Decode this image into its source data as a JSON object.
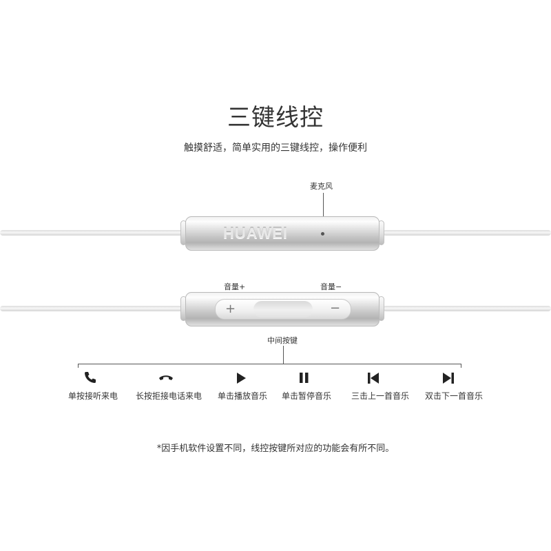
{
  "heading": {
    "title": "三键线控",
    "subtitle": "触摸舒适，简单实用的三键线控，操作便利"
  },
  "remote_top": {
    "brand": "HUAWEI",
    "mic_label": "麦克风"
  },
  "remote_bottom": {
    "vol_up_label": "音量+",
    "vol_down_label": "音量−",
    "plus_symbol": "+",
    "minus_symbol": "−",
    "center_label": "中间按键"
  },
  "functions": [
    {
      "icon": "phone-answer-icon",
      "label": "单按接听来电"
    },
    {
      "icon": "phone-hangup-icon",
      "label": "长按拒接电话来电"
    },
    {
      "icon": "play-icon",
      "label": "单击播放音乐"
    },
    {
      "icon": "pause-icon",
      "label": "单击暂停音乐"
    },
    {
      "icon": "previous-track-icon",
      "label": "三击上一首音乐"
    },
    {
      "icon": "next-track-icon",
      "label": "双击下一首音乐"
    }
  ],
  "footnote": "*因手机软件设置不同，线控按键所对应的功能会有所不同。",
  "colors": {
    "text": "#333333",
    "icon": "#222222",
    "metal_light": "#f5f5f5",
    "metal_dark": "#b3b3b3"
  }
}
